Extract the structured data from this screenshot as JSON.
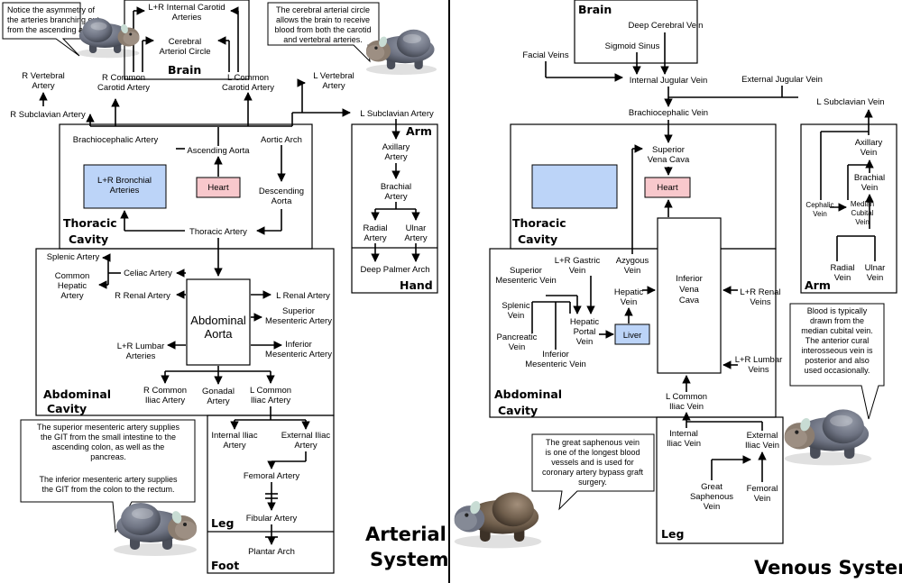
{
  "arterial": {
    "system_title": [
      "Arterial",
      "System"
    ],
    "regions": {
      "brain": "Brain",
      "thoracic": [
        "Thoracic",
        "Cavity"
      ],
      "abdominal": [
        "Abdominal",
        "Cavity"
      ],
      "arm": "Arm",
      "hand": "Hand",
      "leg": "Leg",
      "foot": "Foot"
    },
    "labels": {
      "internal_carotid": [
        "L+R Internal Carotid",
        "Arteries"
      ],
      "arteriol_circle": [
        "Cerebral",
        "Arteriol Circle"
      ],
      "r_vertebral": [
        "R Vertebral",
        "Artery"
      ],
      "r_common_carotid": [
        "R Common",
        "Carotid Artery"
      ],
      "l_common_carotid": [
        "L Common",
        "Carotid Artery"
      ],
      "l_vertebral": [
        "L Vertebral",
        "Artery"
      ],
      "r_subclavian": "R Subclavian Artery",
      "l_subclavian": "L Subclavian Artery",
      "brachiocephalic": "Brachiocephalic Artery",
      "aortic_arch": "Aortic Arch",
      "ascending_aorta": "Ascending Aorta",
      "heart": "Heart",
      "bronchial": [
        "L+R Bronchial",
        "Arteries"
      ],
      "descending_aorta": [
        "Descending",
        "Aorta"
      ],
      "thoracic_artery": "Thoracic Artery",
      "axillary": [
        "Axillary",
        "Artery"
      ],
      "brachial": [
        "Brachial",
        "Artery"
      ],
      "radial": [
        "Radial",
        "Artery"
      ],
      "ulnar": [
        "Ulnar",
        "Artery"
      ],
      "deep_palmer": "Deep Palmer Arch",
      "splenic": "Splenic Artery",
      "common_hepatic": [
        "Common",
        "Hepatic",
        "Artery"
      ],
      "celiac": "Celiac Artery",
      "r_renal": "R Renal Artery",
      "l_renal": "L Renal Artery",
      "abdominal_aorta": [
        "Abdominal",
        "Aorta"
      ],
      "superior_mesenteric": [
        "Superior",
        "Mesenteric Artery"
      ],
      "inferior_mesenteric": [
        "Inferior",
        "Mesenteric Artery"
      ],
      "lumbar": [
        "L+R Lumbar",
        "Arteries"
      ],
      "r_common_iliac": [
        "R Common",
        "Iliac Artery"
      ],
      "gonadal": [
        "Gonadal",
        "Artery"
      ],
      "l_common_iliac": [
        "L Common",
        "Iliac Artery"
      ],
      "internal_iliac": [
        "Internal Iliac",
        "Artery"
      ],
      "external_iliac": [
        "External Iliac",
        "Artery"
      ],
      "femoral": "Femoral Artery",
      "fibular": "Fibular Artery",
      "plantar": "Plantar Arch"
    },
    "bubbles": {
      "asymmetry": [
        "Notice the asymmetry of",
        "the arteries branching out",
        "from the ascending aorta."
      ],
      "circle": [
        "The cerebral arterial circle",
        "allows the brain to receive",
        "blood from both the carotid",
        "and vertebral arteries."
      ],
      "mesenteric": [
        "The superior mesenteric artery supplies",
        "the GIT from the small intestine to the",
        "ascending colon, as well as the",
        "pancreas.",
        "",
        "The inferior mesenteric artery supplies",
        "the GIT from the colon to the rectum."
      ]
    }
  },
  "venous": {
    "system_title": "Venous System",
    "regions": {
      "brain": "Brain",
      "thoracic": [
        "Thoracic",
        "Cavity"
      ],
      "abdominal": [
        "Abdominal",
        "Cavity"
      ],
      "arm": "Arm",
      "leg": "Leg"
    },
    "labels": {
      "deep_cerebral": "Deep Cerebral Vein",
      "sigmoid": "Sigmoid Sinus",
      "facial": "Facial Veins",
      "internal_jugular": "Internal Jugular Vein",
      "external_jugular": "External Jugular Vein",
      "l_subclavian": "L Subclavian Vein",
      "brachiocephalic": "Brachiocephalic Vein",
      "svc": [
        "Superior",
        "Vena Cava"
      ],
      "heart": "Heart",
      "ivc": [
        "Inferior",
        "Vena",
        "Cava"
      ],
      "axillary": [
        "Axillary",
        "Vein"
      ],
      "brachial": [
        "Brachial",
        "Vein"
      ],
      "cephalic": [
        "Cephalic",
        "Vein"
      ],
      "median_cubital": [
        "Median",
        "Cubital",
        "Vein"
      ],
      "radial": [
        "Radial",
        "Vein"
      ],
      "ulnar": [
        "Ulnar",
        "Vein"
      ],
      "gastric": [
        "L+R Gastric",
        "Vein"
      ],
      "azygous": [
        "Azygous",
        "Vein"
      ],
      "superior_mesenteric": [
        "Superior",
        "Mesenteric Vein"
      ],
      "hepatic": [
        "Hepatic",
        "Vein"
      ],
      "splenic": [
        "Splenic",
        "Vein"
      ],
      "hepatic_portal": [
        "Hepatic",
        "Portal",
        "Vein"
      ],
      "liver": "Liver",
      "pancreatic": [
        "Pancreatic",
        "Vein"
      ],
      "inferior_mesenteric": [
        "Inferior",
        "Mesenteric Vein"
      ],
      "renal": [
        "L+R Renal",
        "Veins"
      ],
      "lumbar": [
        "L+R Lumbar",
        "Veins"
      ],
      "l_common_iliac": [
        "L Common",
        "Iliac Vein"
      ],
      "internal_iliac": [
        "Internal",
        "Iliac Vein"
      ],
      "external_iliac": [
        "External",
        "Iliac Vein"
      ],
      "great_saphenous": [
        "Great",
        "Saphenous",
        "Vein"
      ],
      "femoral": [
        "Femoral",
        "Vein"
      ]
    },
    "bubbles": {
      "blood": [
        "Blood is typically",
        "drawn from the",
        "median cubital vein.",
        "The anterior cural",
        "interosseous vein is",
        "posterior and also",
        "used occasionally."
      ],
      "saphenous": [
        "The great saphenous vein",
        "is one of the longest blood",
        "vessels and is used for",
        "coronary artery bypass graft",
        "surgery."
      ]
    }
  },
  "colors": {
    "heart_fill": "#f8c8cc",
    "organ_fill": "#bcd4f8",
    "mascot_body": "#6e7382",
    "mascot_horn": "#c8dcd4"
  },
  "icons": [
    "bison-mascot",
    "arrow"
  ]
}
